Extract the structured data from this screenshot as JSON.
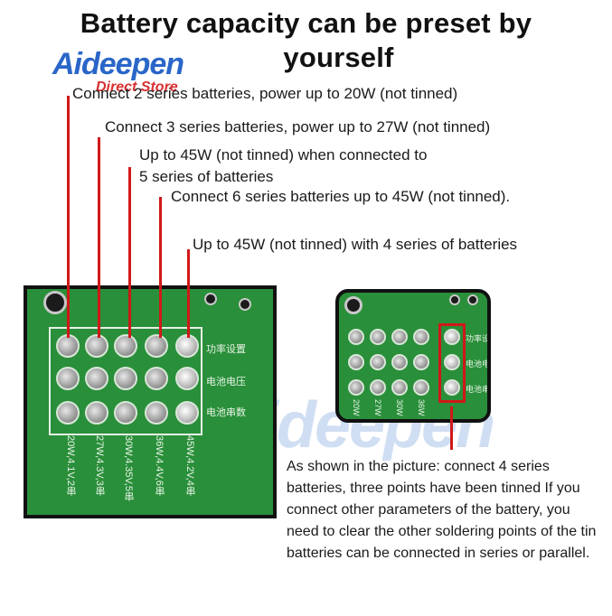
{
  "title_line1": "Battery capacity can be preset by",
  "title_line2": "yourself",
  "logo": {
    "main": "Aideepen",
    "sub": "Direct Store"
  },
  "labels": {
    "l2s": "Connect 2 series batteries, power up to 20W (not tinned)",
    "l3s": "Connect 3 series batteries, power up to 27W (not tinned)",
    "l5s_line1": "Up to 45W (not tinned) when connected to",
    "l5s_line2": "5 series of batteries",
    "l6s": "Connect 6 series batteries up to 45W (not tinned).",
    "l4s": "Up to 45W (not tinned) with 4 series of batteries"
  },
  "board_left": {
    "row_labels": [
      "功率设置",
      "电池电压",
      "电池串数"
    ],
    "column_labels": [
      "20W,4.1V,2串",
      "27W,4.3V,3串",
      "30W,4.35V,5串",
      "36W,4.4V,6串",
      "45W,4.2V,4串"
    ]
  },
  "board_right": {
    "row_labels": [
      "功率设",
      "电池电",
      "电池串"
    ],
    "column_labels": [
      "20W",
      "27W",
      "30W",
      "36W"
    ]
  },
  "description": "As shown in the picture: connect 4 series batteries, three points have been tinned If you connect other parameters of the battery, you need to clear the other soldering points of the tin batteries can be connected in series or parallel.",
  "colors": {
    "pcb": "#2a8f3a",
    "pointer": "#d01818",
    "logo_blue": "#2a66c8"
  }
}
